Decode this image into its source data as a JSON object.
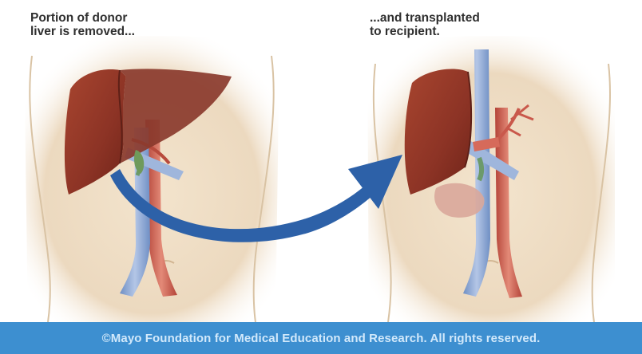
{
  "captions": {
    "left_line1": "Portion of donor",
    "left_line2": "liver is removed...",
    "right_line1": "...and transplanted",
    "right_line2": "to recipient."
  },
  "footer": {
    "copyright": "©Mayo Foundation for Medical Education and Research.  All rights reserved."
  },
  "colors": {
    "skin": "#f1e2cb",
    "liver": "#8c3325",
    "vein": "#8aa6d3",
    "artery": "#c9584b",
    "arrow": "#2d61a8",
    "footer_band": "#3d8fd0"
  }
}
